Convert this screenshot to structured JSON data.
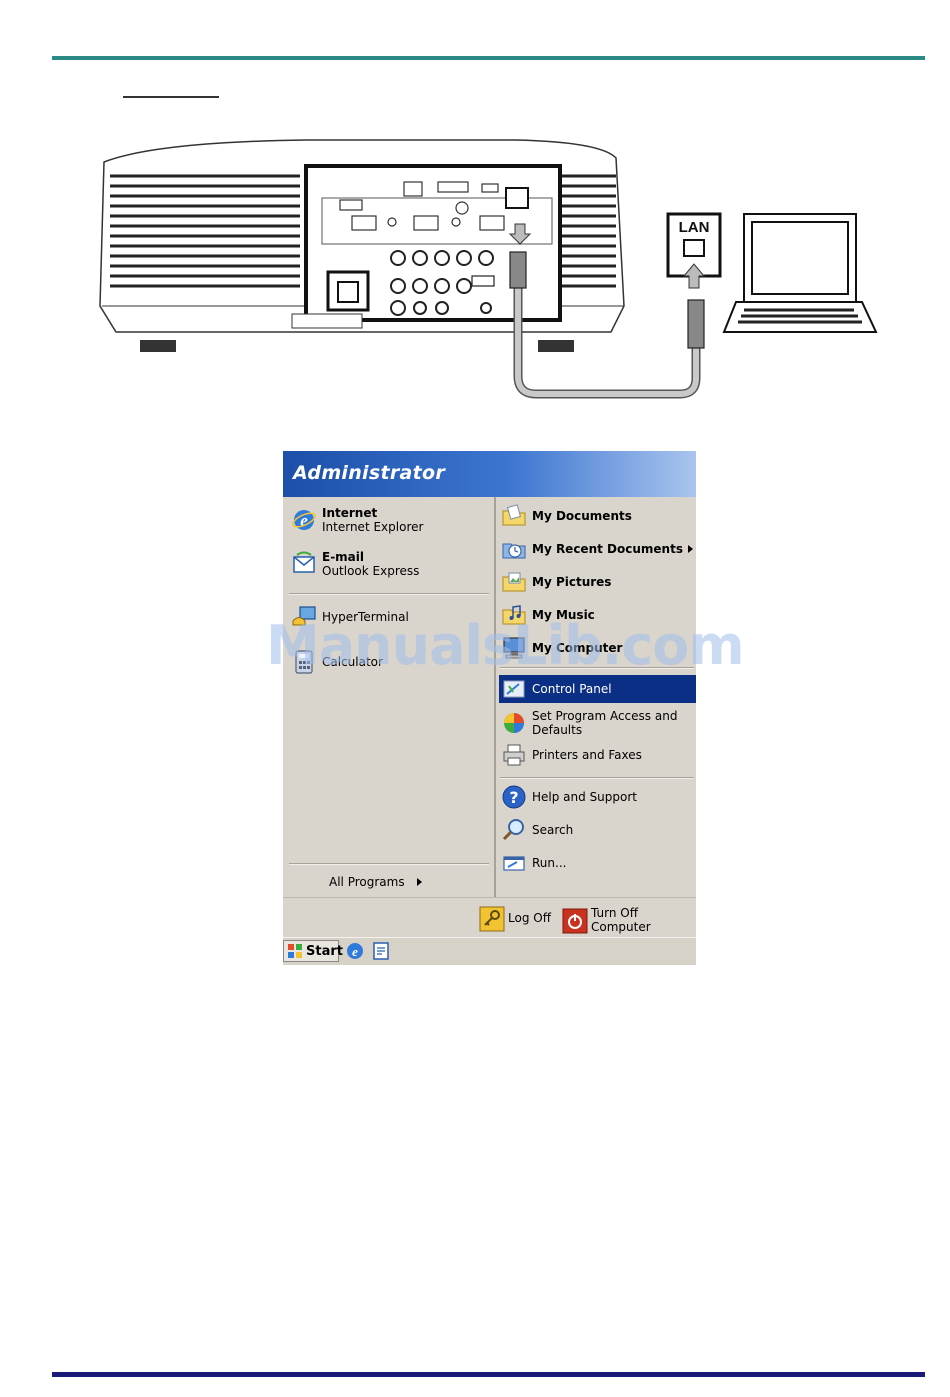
{
  "diagram": {
    "lan_label": "LAN"
  },
  "start_menu": {
    "user_name": "Administrator",
    "pinned": [
      {
        "title": "Internet",
        "subtitle": "Internet Explorer"
      },
      {
        "title": "E-mail",
        "subtitle": "Outlook Express"
      }
    ],
    "recent": [
      {
        "label": "HyperTerminal"
      },
      {
        "label": "Calculator"
      }
    ],
    "all_programs": "All Programs",
    "right_items": [
      {
        "label": "My Documents"
      },
      {
        "label": "My Recent Documents"
      },
      {
        "label": "My Pictures"
      },
      {
        "label": "My Music"
      },
      {
        "label": "My Computer"
      }
    ],
    "right_items_2": [
      {
        "label": "Control Panel"
      },
      {
        "label": "Set Program Access and Defaults"
      },
      {
        "label": "Printers and Faxes"
      }
    ],
    "right_items_3": [
      {
        "label": "Help and Support"
      },
      {
        "label": "Search"
      },
      {
        "label": "Run..."
      }
    ],
    "log_off": "Log Off",
    "turn_off": "Turn Off Computer",
    "start_label": "Start"
  },
  "watermark": "ManualsLib.com",
  "colors": {
    "top_rule": "#2a8a86",
    "bottom_rule": "#1a1a7a",
    "menu_header": "#1b4fa8",
    "highlight": "#0b2f84"
  }
}
